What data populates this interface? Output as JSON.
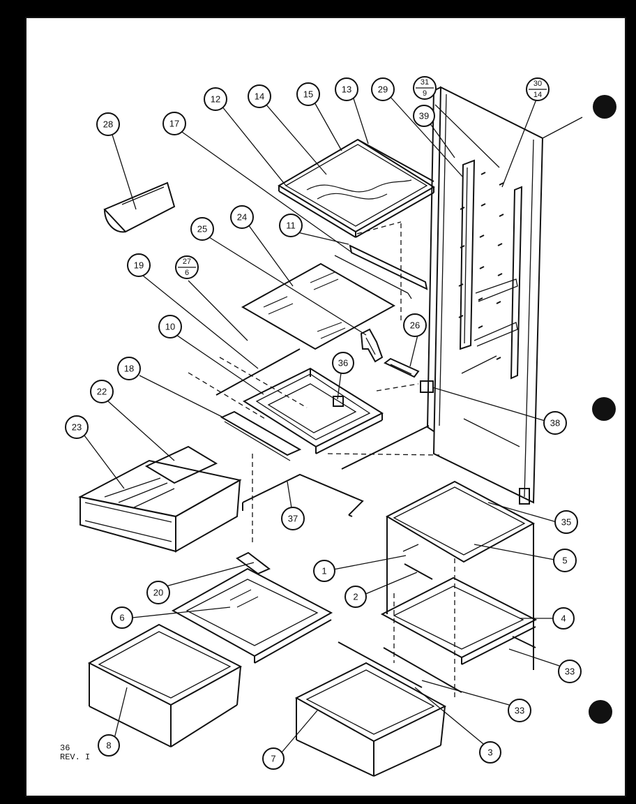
{
  "callouts": [
    {
      "id": "c28",
      "label": "28"
    },
    {
      "id": "c17",
      "label": "17"
    },
    {
      "id": "c12",
      "label": "12"
    },
    {
      "id": "c14",
      "label": "14"
    },
    {
      "id": "c15",
      "label": "15"
    },
    {
      "id": "c13",
      "label": "13"
    },
    {
      "id": "c29",
      "label": "29"
    },
    {
      "id": "c39",
      "label": "39"
    },
    {
      "id": "c25",
      "label": "25"
    },
    {
      "id": "c24",
      "label": "24"
    },
    {
      "id": "c11",
      "label": "11"
    },
    {
      "id": "c19",
      "label": "19"
    },
    {
      "id": "c10",
      "label": "10"
    },
    {
      "id": "c26",
      "label": "26"
    },
    {
      "id": "c36",
      "label": "36"
    },
    {
      "id": "c18",
      "label": "18"
    },
    {
      "id": "c22",
      "label": "22"
    },
    {
      "id": "c23",
      "label": "23"
    },
    {
      "id": "c38",
      "label": "38"
    },
    {
      "id": "c37",
      "label": "37"
    },
    {
      "id": "c35",
      "label": "35"
    },
    {
      "id": "c5",
      "label": "5"
    },
    {
      "id": "c1",
      "label": "1"
    },
    {
      "id": "c2",
      "label": "2"
    },
    {
      "id": "c20",
      "label": "20"
    },
    {
      "id": "c6",
      "label": "6"
    },
    {
      "id": "c4",
      "label": "4"
    },
    {
      "id": "c33a",
      "label": "33"
    },
    {
      "id": "c33b",
      "label": "33"
    },
    {
      "id": "c8",
      "label": "8"
    },
    {
      "id": "c3",
      "label": "3"
    },
    {
      "id": "c7",
      "label": "7"
    }
  ],
  "fraction_callouts": [
    {
      "id": "f31",
      "top": "31",
      "bottom": "9"
    },
    {
      "id": "f30",
      "top": "30",
      "bottom": "14"
    },
    {
      "id": "f27",
      "top": "27",
      "bottom": "6"
    }
  ],
  "page_number": "36",
  "revision": "REV. I"
}
